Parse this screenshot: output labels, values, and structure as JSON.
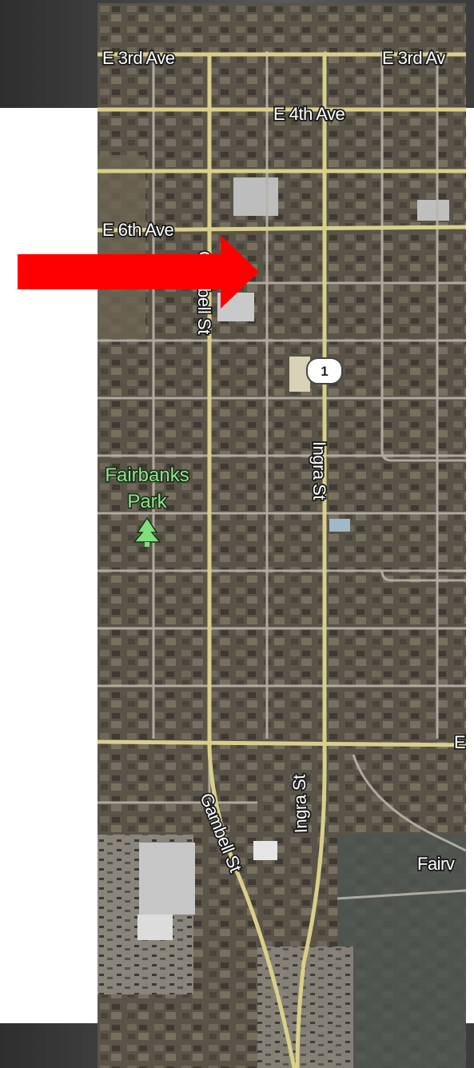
{
  "map": {
    "streets": {
      "e3rd_left": "E 3rd Ave",
      "e3rd_right": "E 3rd Av",
      "e4th": "E 4th Ave",
      "e6th": "E 6th Ave",
      "gambell_upper": "Gambell St",
      "gambell_lower": "Gambell St",
      "ingra_upper": "Ingra St",
      "ingra_lower": "Ingra St",
      "edge_e": "E",
      "edge_fairv": "Fairv"
    },
    "park": {
      "line1": "Fairbanks",
      "line2": "Park",
      "icon": "tree-icon"
    },
    "route_shield": "1",
    "marker": {
      "icon": "red-arrow-icon",
      "color": "#ff0000"
    }
  },
  "colors": {
    "road": "#d8cf8a",
    "street": "#b8b4aa",
    "park_text": "#8ee58a",
    "slide_band": "#4a4a4a"
  }
}
